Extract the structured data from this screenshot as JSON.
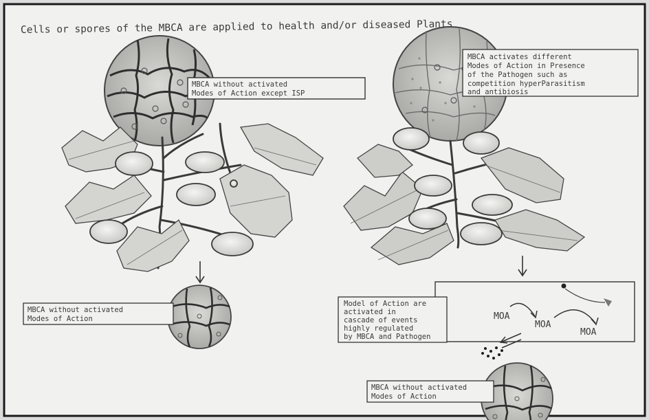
{
  "title": "Cells or spores of the MBCA are applied to health and/or diseased Plants",
  "left_plant": {
    "circle_label": [
      "MBCA without activated",
      "Modes of Action except ISP"
    ]
  },
  "right_plant": {
    "circle_label": [
      "MBCA activates different",
      "Modes of Action in Presence",
      "of the Pathogen such as",
      "competition hyperParasitism",
      "and antibiosis"
    ]
  },
  "bottom_left": {
    "label": [
      "MBCA without activated",
      "Modes of Action"
    ]
  },
  "bottom_right": {
    "cascade_note": [
      "Model of Action are",
      "activated in",
      "cascade of events",
      "highly regulated",
      "by MBCA and Pathogen"
    ],
    "moa": [
      "MOA",
      "MOA",
      "MOA"
    ],
    "label": [
      "MBCA without activated",
      "Modes of Action"
    ]
  },
  "colors": {
    "paper": "#f1f1ef",
    "pencil": "#3a3a3a",
    "shade": "#9a9a9a",
    "frame": "#1a1a1a"
  }
}
